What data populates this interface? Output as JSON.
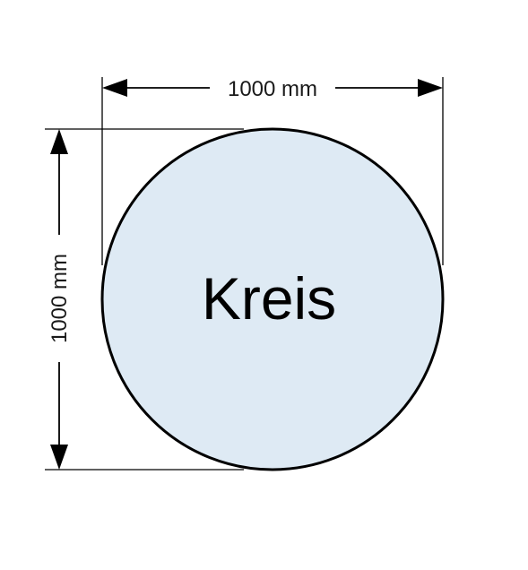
{
  "shape": {
    "label": "Kreis",
    "fill_color": "#deeaf4",
    "stroke_color": "#000000"
  },
  "dimensions": {
    "width_label": "1000 mm",
    "height_label": "1000 mm"
  },
  "colors": {
    "dimension_line": "#000000",
    "text": "#1a1a1a"
  }
}
